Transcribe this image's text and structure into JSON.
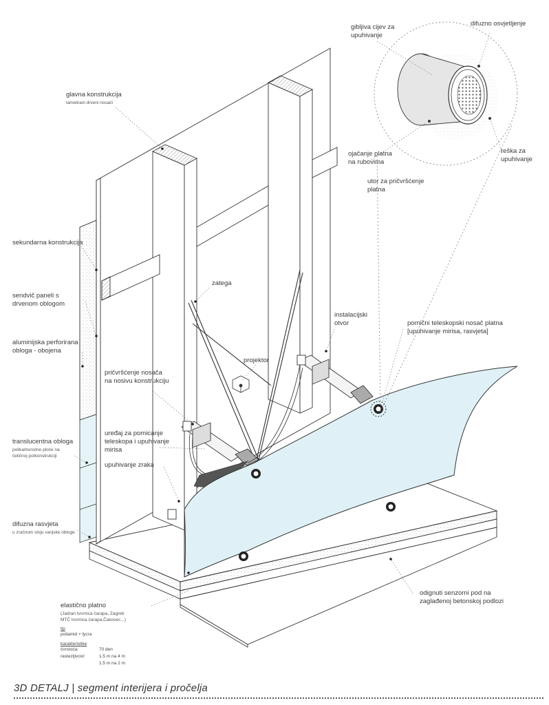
{
  "labels": {
    "glavna_konstrukcija": "glavna konstrukcija",
    "glavna_konstrukcija_sub": "lamelirani drveni nosači",
    "sekundarna_konstrukcija": "sekundarna konstrukcija",
    "sendvic_line1": "sendvič paneli s",
    "sendvic_line2": "drvenom oblogom",
    "aluminijska_line1": "aluminijska perforirana",
    "aluminijska_line2": "obloga - obojena",
    "translucentna": "translucentna obloga",
    "translucentna_sub1": "polikarbonstne ploče na",
    "translucentna_sub2": "čeličnoj potkonstrukciji",
    "difuzna": "difuzna rasvjeta",
    "difuzna_sub": "u zračnom sloju vanjske obloge",
    "zatega": "zatega",
    "projektor": "projektor",
    "instalacijski_line1": "instalacijski",
    "instalacijski_line2": "otvor",
    "pricvrscenje_line1": "pričvršćenje nosača",
    "pricvrscenje_line2": "na nosivu konstrukciju",
    "uredaj_line1": "uređaj za pomicanje",
    "uredaj_line2": "teleskopa i upuhivanje",
    "uredaj_line3": "mirisa",
    "upuhivanje_zraka": "upuhivanje zraka",
    "pomicni_line1": "pomični teleskopski nosač platna",
    "pomicni_line2": "[upuhivanje mirisa, rasvjeta]",
    "gibljiva_line1": "gibljiva cijev za",
    "gibljiva_line2": "upuhivanje",
    "difuzno_osvjetljenje": "difuzno osvjetljenje",
    "ojacanje_line1": "ojačanje platna",
    "ojacanje_line2": "na rubovima",
    "reska_line1": "reška za",
    "reska_line2": "upuhivanje",
    "utor_line1": "utor za pričvršćenje",
    "utor_line2": "platna",
    "odignuti_line1": "odignuti senzorni pod na",
    "odignuti_line2": "zaglađenoj betonskoj podlozi",
    "elasticno": "elastično platno",
    "elasticno_sub1": "(Jadran tvornica čarapa, Zagreb",
    "elasticno_sub2": "MTČ tvornica čarapa,Čakovec...)",
    "tip_heading": "tip",
    "tip_value": "poliamid + lycra",
    "karakteristike_heading": "karakteristike",
    "cvrstoca_label": "čvrstoća:",
    "cvrstoca_value": "70 den",
    "rastezljivost_label": "rastezljivost:",
    "rastezljivost_value1": "1.5 m na 4 m",
    "rastezljivost_value2": "1.5 m na 2 m"
  },
  "footer": {
    "title": "3D DETALJ | segment interijera i pročelja"
  },
  "colors": {
    "membrane": "#dff1f6",
    "line": "#333333",
    "wood_hatch": "#999999"
  }
}
